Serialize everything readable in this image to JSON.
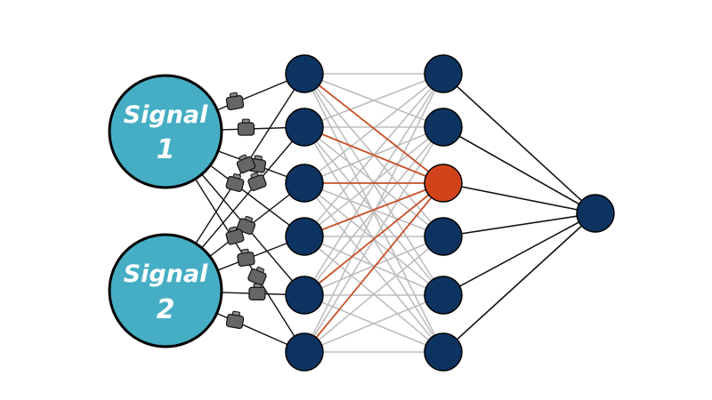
{
  "signals": [
    {
      "line1": "Signal",
      "line2": "1"
    },
    {
      "line1": "Signal",
      "line2": "2"
    }
  ],
  "colors": {
    "signal_fill": "#45aec4",
    "neuron_fill": "#0d3461",
    "highlight_fill": "#d2431c",
    "highlight_edge": "#c8502a",
    "hidden_edge": "#bdbdbd",
    "output_edge": "#111111",
    "weight_fill": "#666666"
  },
  "network": {
    "layer1_count": 6,
    "layer2_count": 6,
    "output_count": 1,
    "highlighted_neuron_index": 2
  },
  "icons": {
    "weight": "weight-icon"
  }
}
